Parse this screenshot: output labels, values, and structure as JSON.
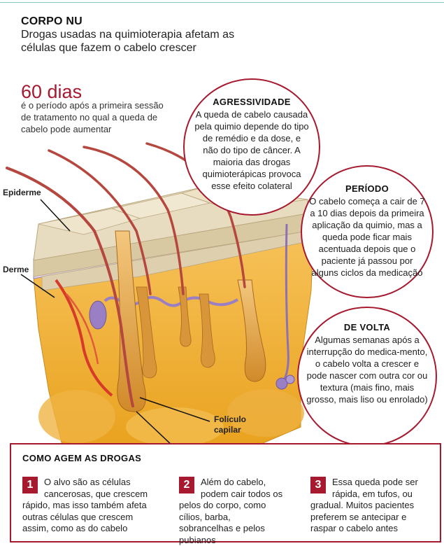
{
  "header": {
    "title": "CORPO NU",
    "subtitle": "Drogas usadas na quimioterapia afetam as células que fazem o cabelo crescer"
  },
  "stat": {
    "value": "60 dias",
    "description": "é o período após a primeira sessão de tratamento no qual a queda de cabelo pode aumentar"
  },
  "labels": {
    "epiderme": "Epiderme",
    "derme": "Derme",
    "foliculo": "Folículo capilar"
  },
  "bubbles": [
    {
      "heading": "AGRESSIVIDADE",
      "text": "A queda de cabelo causada pela quimio depende do tipo de remédio e da dose, e não do tipo de câncer. A maioria das drogas quimioterápicas provoca esse efeito colateral"
    },
    {
      "heading": "PERÍODO",
      "text": "O cabelo começa a cair de 7 a 10 dias depois da primeira aplicação da quimio, mas a queda pode ficar mais acentuada depois que o paciente já passou por alguns ciclos da medicação"
    },
    {
      "heading": "DE VOLTA",
      "text": "Algumas semanas após a interrupção do medica-mento, o cabelo volta a crescer e pode nascer com outra cor ou textura (mais fino, mais grosso, mais liso ou enrolado)"
    }
  ],
  "drugs_box": {
    "title": "COMO AGEM AS DROGAS",
    "items": [
      {
        "number": "1",
        "text": "O alvo são as células cancerosas, que crescem rápido, mas isso também afeta outras células que crescem assim, como as do cabelo"
      },
      {
        "number": "2",
        "text": "Além do cabelo, podem cair todos os pelos do corpo, como cílios, barba, sobrancelhas e pelos pubianos"
      },
      {
        "number": "3",
        "text": "Essa queda pode ser rápida, em tufos, ou gradual. Muitos pacientes preferem se antecipar e raspar o cabelo antes"
      }
    ]
  },
  "colors": {
    "accent": "#a6192e",
    "skin_top": "#e8dcc0",
    "dermis": "#f5b73a",
    "membrane": "#b39ad2",
    "hair": "#b5473f"
  }
}
